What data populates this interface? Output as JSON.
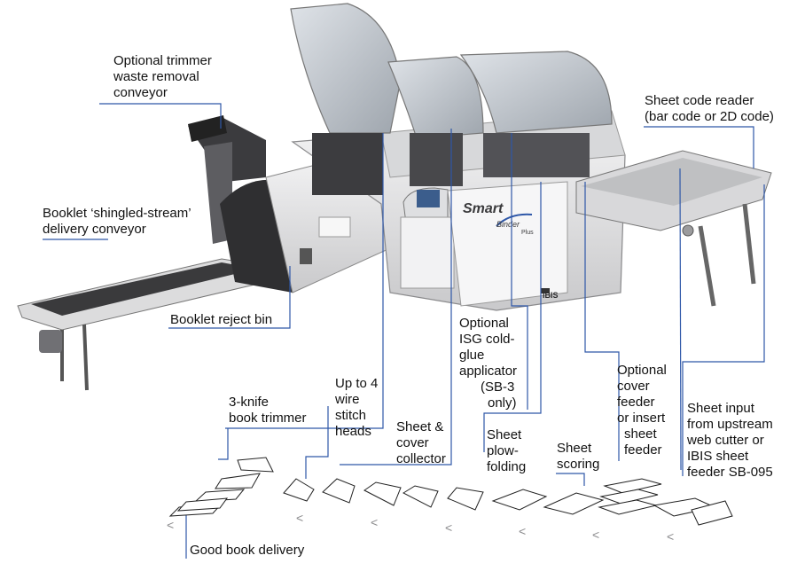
{
  "colors": {
    "leader": "#2e57a8",
    "machine_body": "#e9e9ea",
    "machine_shadow": "#9a9a9c",
    "dark_part": "#2b2b2d",
    "panel_glass": "#c9ced4"
  },
  "machine": {
    "brand": "Smart",
    "model": "Binder",
    "variant": "Plus",
    "maker": "IBIS"
  },
  "labels": {
    "waste_conveyor": [
      "Optional trimmer",
      "waste removal",
      "conveyor"
    ],
    "sheet_code_reader": [
      "Sheet code reader",
      "(bar code or 2D code)"
    ],
    "shingled_stream": [
      "Booklet ‘shingled-stream’",
      "delivery conveyor"
    ],
    "reject_bin": [
      "Booklet reject bin"
    ],
    "cold_glue": [
      "Optional",
      "ISG cold-",
      "glue",
      "applicator",
      "(SB-3",
      "only)"
    ],
    "stitch_heads": [
      "Up to 4",
      "wire",
      "stitch",
      "heads"
    ],
    "three_knife": [
      "3-knife",
      "book trimmer"
    ],
    "cover_feeder": [
      "Optional",
      "cover",
      "feeder",
      "or insert",
      "sheet",
      "feeder"
    ],
    "sheet_input": [
      "Sheet input",
      "from upstream",
      "web cutter or",
      "IBIS sheet",
      "feeder SB-095"
    ],
    "sheet_collector": [
      "Sheet &",
      "cover",
      "collector"
    ],
    "plow_folding": [
      "Sheet",
      "plow-",
      "folding"
    ],
    "scoring": [
      "Sheet",
      "scoring"
    ],
    "good_book": [
      "Good book delivery"
    ]
  },
  "flow_arrow_glyph": "<"
}
